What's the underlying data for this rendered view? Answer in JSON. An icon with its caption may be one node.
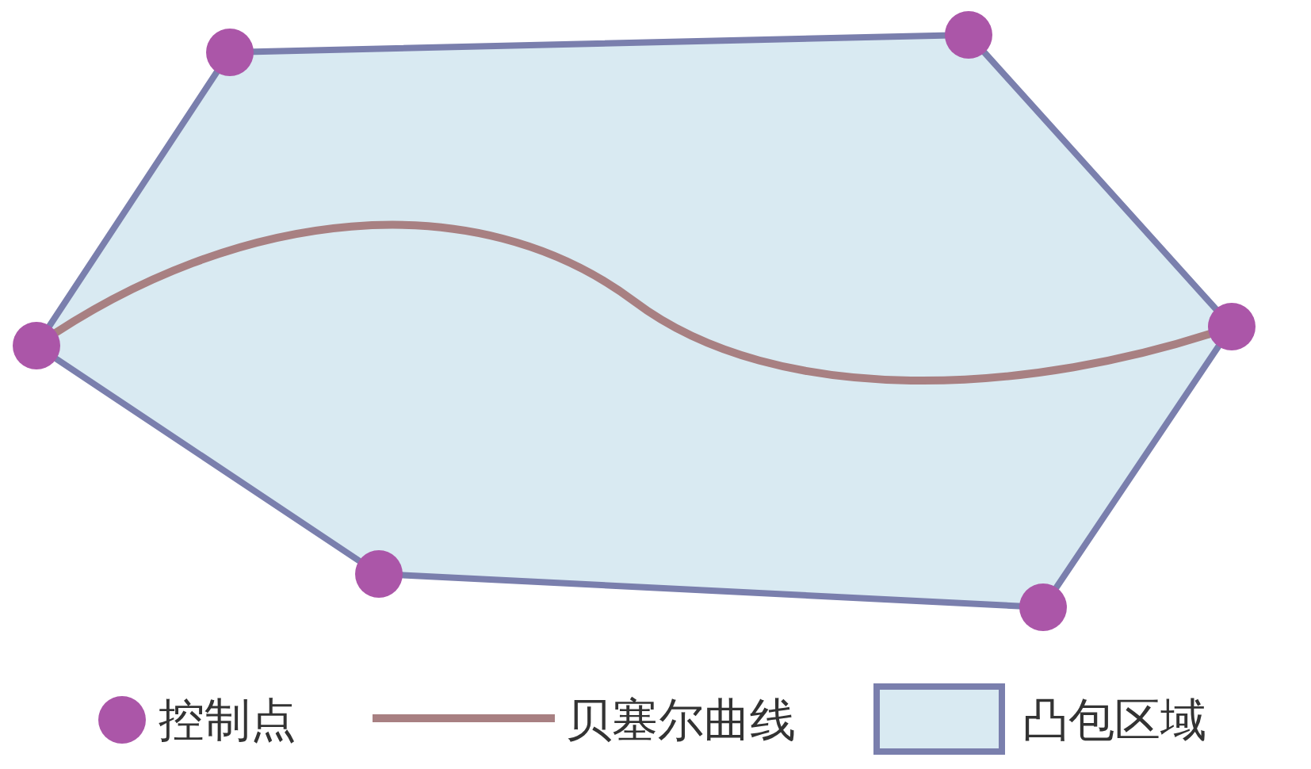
{
  "diagram": {
    "legend": [
      {
        "text": "控制点",
        "color": "#ab56a8"
      },
      {
        "text": "贝塞尔曲线"
      },
      {
        "text": "凸包区域",
        "color": "#d9eaf2"
      }
    ]
  }
}
